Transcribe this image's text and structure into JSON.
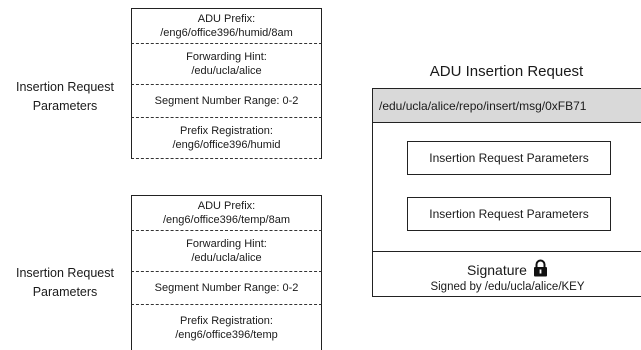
{
  "groups": [
    {
      "label_line1": "Insertion Request",
      "label_line2": "Parameters",
      "cells": [
        {
          "line1": "ADU Prefix:",
          "line2": "/eng6/office396/humid/8am"
        },
        {
          "line1": "Forwarding Hint:",
          "line2": "/edu/ucla/alice"
        },
        {
          "line1": "Segment Number Range: 0-2",
          "line2": ""
        },
        {
          "line1": "Prefix Registration:",
          "line2": "/eng6/office396/humid"
        }
      ]
    },
    {
      "label_line1": "Insertion Request",
      "label_line2": "Parameters",
      "cells": [
        {
          "line1": "ADU Prefix:",
          "line2": "/eng6/office396/temp/8am"
        },
        {
          "line1": "Forwarding Hint:",
          "line2": "/edu/ucla/alice"
        },
        {
          "line1": "Segment Number Range: 0-2",
          "line2": ""
        },
        {
          "line1": "Prefix Registration:",
          "line2": "/eng6/office396/temp"
        }
      ]
    }
  ],
  "packet": {
    "title": "ADU Insertion Request",
    "name": "/edu/ucla/alice/repo/insert/msg/0xFB71",
    "params": [
      "Insertion Request Parameters",
      "Insertion Request Parameters"
    ],
    "signature_title": "Signature",
    "signature_icon": "lock-icon",
    "signed_by": "Signed by /edu/ucla/alice/KEY"
  }
}
